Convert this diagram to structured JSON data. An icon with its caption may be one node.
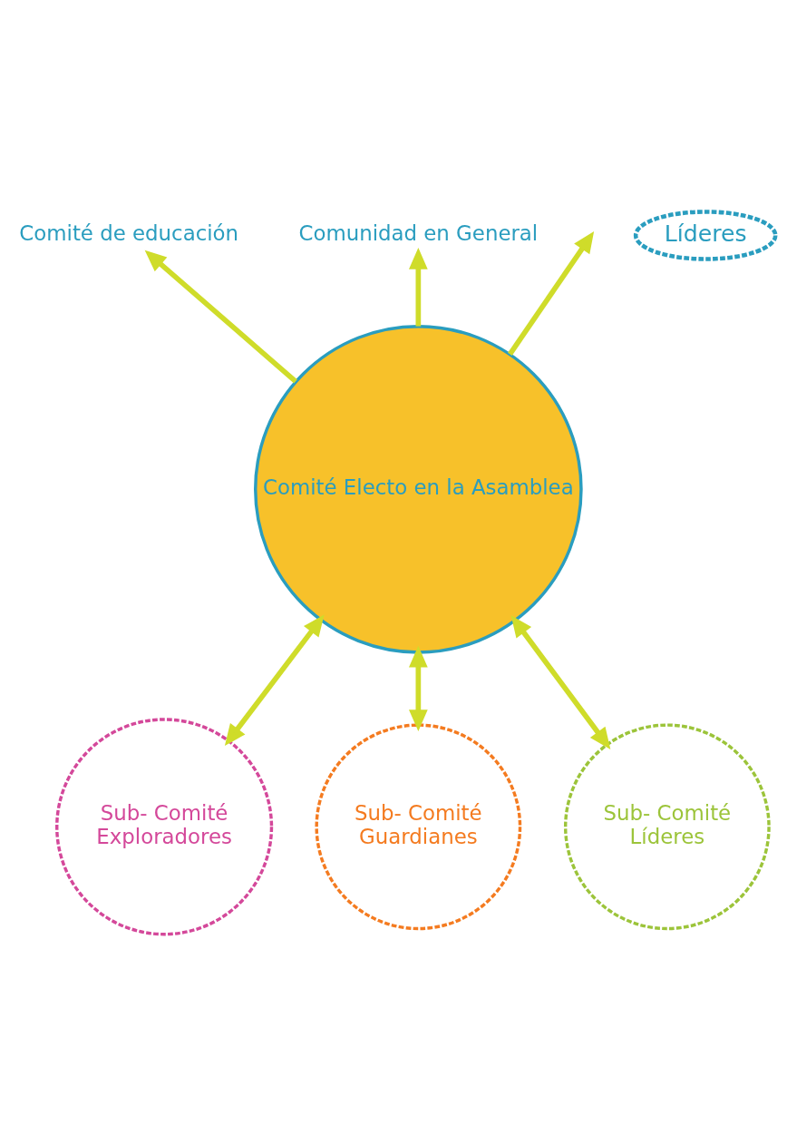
{
  "diagram": {
    "nodes": [
      {
        "text": [
          "Comité Electo en la Asamblea"
        ]
      },
      {
        "text": [
          "Comité de educación"
        ]
      },
      {
        "text": [
          "Comunidad en General"
        ]
      },
      {
        "text": [
          "Líderes"
        ]
      },
      {
        "text": [
          "Sub- Comité",
          "Exploradores"
        ]
      },
      {
        "text": [
          "Sub- Comité",
          "Guardianes"
        ]
      },
      {
        "text": [
          "Sub- Comité",
          "Líderes"
        ]
      }
    ],
    "edges": [
      {
        "from": 0,
        "to": null,
        "arrow": "to"
      },
      {
        "from": 0,
        "to": 1,
        "arrow": "to"
      },
      {
        "from": 0,
        "to": 2,
        "arrow": "to"
      },
      {
        "from": 0,
        "to": 4,
        "arrow": "both"
      },
      {
        "from": 0,
        "to": 5,
        "arrow": "both"
      },
      {
        "from": 0,
        "to": 6,
        "arrow": "both"
      }
    ]
  }
}
